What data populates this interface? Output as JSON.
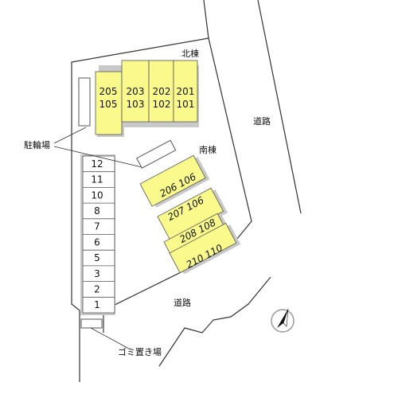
{
  "north_building": {
    "label": "北棟",
    "units": [
      {
        "upper": "205",
        "lower": "105"
      },
      {
        "upper": "203",
        "lower": "103"
      },
      {
        "upper": "202",
        "lower": "102"
      },
      {
        "upper": "201",
        "lower": "101"
      }
    ]
  },
  "south_building": {
    "label": "南棟",
    "units": [
      {
        "text": "206 106"
      },
      {
        "text": "207 106"
      },
      {
        "text": "208 108"
      },
      {
        "text": "210 110"
      }
    ]
  },
  "parking": {
    "label": "駐輪場",
    "spaces": [
      "12",
      "11",
      "10",
      "8",
      "7",
      "6",
      "5",
      "3",
      "2",
      "1"
    ]
  },
  "road_east": "道路",
  "road_south": "道路",
  "garbage": "ゴミ置き場",
  "colors": {
    "building": "#fafa8c",
    "building_shadow": "#c9c9c9",
    "line": "#333333"
  },
  "compass": "north-arrow"
}
